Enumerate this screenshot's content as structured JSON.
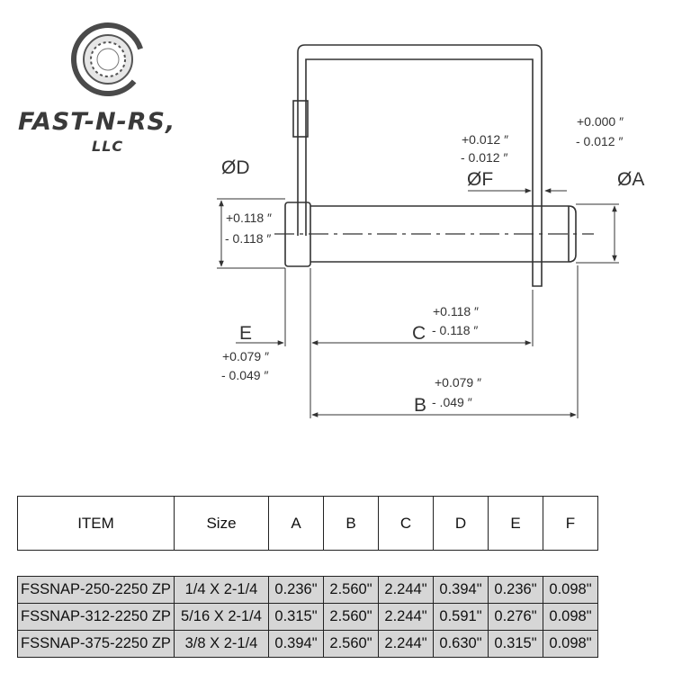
{
  "brand": {
    "name": "FAST-N-RS,",
    "suffix": "LLC"
  },
  "diagram": {
    "label_D": "ØD",
    "label_F": "ØF",
    "label_A": "ØA",
    "label_E": "E",
    "label_C": "C",
    "label_B": "B",
    "tol_A_plus": "+0.000 ″",
    "tol_A_minus": "- 0.012 ″",
    "tol_F_plus": "+0.012 ″",
    "tol_F_minus": "- 0.012 ″",
    "tol_D_plus": "+0.118 ″",
    "tol_D_minus": "- 0.118 ″",
    "tol_C_plus": "+0.118 ″",
    "tol_C_minus": "- 0.118 ″",
    "tol_E_plus": "+0.079 ″",
    "tol_E_minus": "- 0.049 ″",
    "tol_B_plus": "+0.079 ″",
    "tol_B_minus": "- .049 ″"
  },
  "table": {
    "headers": [
      "ITEM",
      "Size",
      "A",
      "B",
      "C",
      "D",
      "E",
      "F"
    ],
    "rows": [
      [
        "FSSNAP-250-2250 ZP",
        "1/4 X 2-1/4",
        "0.236\"",
        "2.560\"",
        "2.244\"",
        "0.394\"",
        "0.236\"",
        "0.098\""
      ],
      [
        "FSSNAP-312-2250 ZP",
        "5/16 X 2-1/4",
        "0.315\"",
        "2.560\"",
        "2.244\"",
        "0.591\"",
        "0.276\"",
        "0.098\""
      ],
      [
        "FSSNAP-375-2250 ZP",
        "3/8 X 2-1/4",
        "0.394\"",
        "2.560\"",
        "2.244\"",
        "0.630\"",
        "0.315\"",
        "0.098\""
      ]
    ]
  }
}
